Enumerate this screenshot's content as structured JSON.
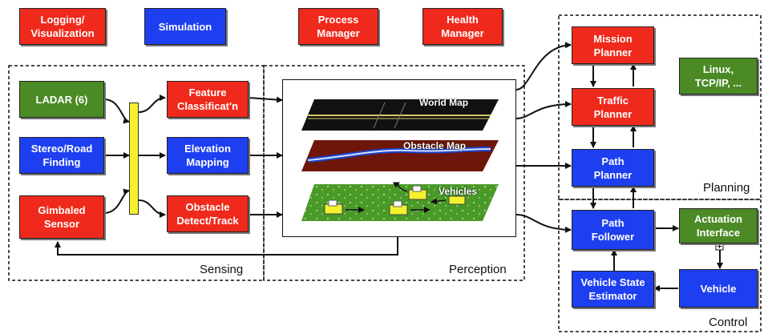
{
  "top_modules": [
    {
      "id": "logging",
      "label": "Logging/\nVisualization",
      "color": "red"
    },
    {
      "id": "simulation",
      "label": "Simulation",
      "color": "blue"
    },
    {
      "id": "process-manager",
      "label": "Process\nManager",
      "color": "red"
    },
    {
      "id": "health-manager",
      "label": "Health\nManager",
      "color": "red"
    }
  ],
  "sensing": {
    "label": "Sensing",
    "sensors": [
      "LADAR (6)",
      "Stereo/Road\nFinding",
      "Gimbaled\nSensor"
    ],
    "processors": [
      "Feature\nClassificat'n",
      "Elevation\nMapping",
      "Obstacle\nDetect/Track"
    ]
  },
  "perception": {
    "label": "Perception",
    "layers": [
      "World Map",
      "Obstacle Map",
      "Vehicles"
    ]
  },
  "planning": {
    "label": "Planning",
    "modules": [
      "Mission\nPlanner",
      "Traffic\nPlanner",
      "Path\nPlanner"
    ],
    "platform": "Linux,\nTCP/IP, ..."
  },
  "control": {
    "label": "Control",
    "modules": [
      "Path\nFollower",
      "Actuation\nInterface",
      "Vehicle State\nEstimator",
      "Vehicle"
    ]
  },
  "colors": {
    "red": "#ef2a1c",
    "blue": "#1e3ff0",
    "green": "#4b8a25",
    "yellow": "#f4f22e"
  }
}
